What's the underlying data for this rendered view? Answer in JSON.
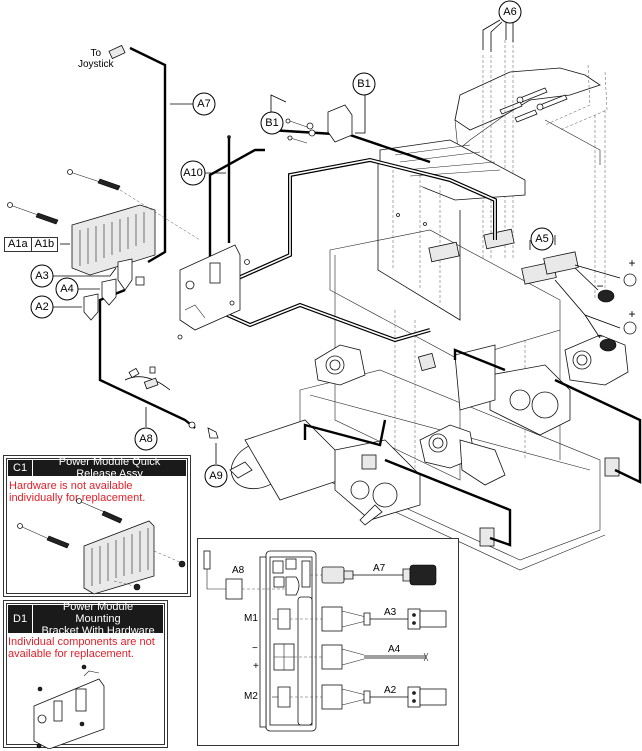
{
  "diagram": {
    "title": "Power Module / Electronics Exploded View",
    "joystick_label": "To\nJoystick",
    "callouts": {
      "a2": "A2",
      "a3": "A3",
      "a4": "A4",
      "a5": "A5",
      "a6": "A6",
      "a7": "A7",
      "a8": "A8",
      "a9": "A9",
      "a10": "A10",
      "b1_left": "B1",
      "b1_right": "B1"
    },
    "module_tag": [
      "A1a",
      "A1b"
    ],
    "battery_terminals": {
      "positive_1": "+",
      "negative_1": "−",
      "positive_2": "+",
      "negative_2": "−"
    }
  },
  "insets": {
    "c1": {
      "code": "C1",
      "title": "Power Module Quick Release Assy",
      "note": "Hardware is not available individually for replacement."
    },
    "d1": {
      "code": "D1",
      "title_line1": "Power Module Mounting",
      "title_line2": "Bracket With Hardware",
      "note": "Individual components are not available for replacement."
    },
    "wiring": {
      "labels": {
        "a8": "A8",
        "a7": "A7",
        "a3": "A3",
        "a4": "A4",
        "a2": "A2",
        "m1": "M1",
        "m2": "M2",
        "minus": "−",
        "plus": "+"
      }
    }
  },
  "colors": {
    "note_red": "#e0202a",
    "header_bg": "#1a1a1a",
    "line": "#000000"
  }
}
